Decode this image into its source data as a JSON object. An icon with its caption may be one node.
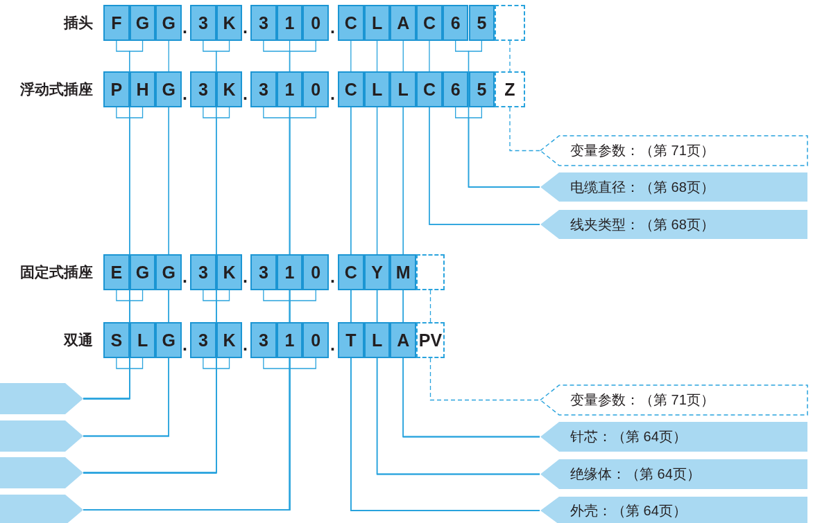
{
  "diagram": {
    "nodes": [
      {
        "text": [
          "F"
        ]
      },
      {
        "text": [
          "G"
        ]
      },
      {
        "text": [
          "G"
        ]
      },
      {
        "text": [
          "3"
        ]
      },
      {
        "text": [
          "K"
        ]
      },
      {
        "text": [
          "3"
        ]
      },
      {
        "text": [
          "1"
        ]
      },
      {
        "text": [
          "0"
        ]
      },
      {
        "text": [
          "C"
        ]
      },
      {
        "text": [
          "L"
        ]
      },
      {
        "text": [
          "A"
        ]
      },
      {
        "text": [
          "C"
        ]
      },
      {
        "text": [
          "6"
        ]
      },
      {
        "text": [
          "5"
        ]
      },
      {
        "text": [],
        "shape": "box"
      },
      {
        "text": [
          "P"
        ]
      },
      {
        "text": [
          "H"
        ]
      },
      {
        "text": [
          "G"
        ]
      },
      {
        "text": [
          "3"
        ]
      },
      {
        "text": [
          "K"
        ]
      },
      {
        "text": [
          "3"
        ]
      },
      {
        "text": [
          "1"
        ]
      },
      {
        "text": [
          "0"
        ]
      },
      {
        "text": [
          "C"
        ]
      },
      {
        "text": [
          "L"
        ]
      },
      {
        "text": [
          "L"
        ]
      },
      {
        "text": [
          "C"
        ]
      },
      {
        "text": [
          "6"
        ]
      },
      {
        "text": [
          "5"
        ]
      },
      {
        "text": [
          "Z"
        ]
      },
      {
        "text": [
          "变量参数：（第 71页）"
        ]
      },
      {
        "text": [
          "电缆直径：（第 68页）"
        ]
      },
      {
        "text": [
          "线夹类型：（第 68页）"
        ]
      },
      {
        "text": [
          "E"
        ]
      },
      {
        "text": [
          "G"
        ]
      },
      {
        "text": [
          "G"
        ]
      },
      {
        "text": [
          "3"
        ]
      },
      {
        "text": [
          "K"
        ]
      },
      {
        "text": [
          "3"
        ]
      },
      {
        "text": [
          "1"
        ]
      },
      {
        "text": [
          "0"
        ]
      },
      {
        "text": [
          "C"
        ]
      },
      {
        "text": [
          "Y"
        ]
      },
      {
        "text": [
          "M"
        ]
      },
      {
        "text": [],
        "shape": "box"
      },
      {
        "text": [
          "S"
        ]
      },
      {
        "text": [
          "L"
        ]
      },
      {
        "text": [
          "G"
        ]
      },
      {
        "text": [
          "3"
        ]
      },
      {
        "text": [
          "K"
        ]
      },
      {
        "text": [
          "3"
        ]
      },
      {
        "text": [
          "1"
        ]
      },
      {
        "text": [
          "0"
        ]
      },
      {
        "text": [
          "T"
        ]
      },
      {
        "text": [
          "L"
        ]
      },
      {
        "text": [
          "A"
        ]
      },
      {
        "text": [
          "PV"
        ]
      },
      {
        "text": [],
        "shape": "pentagon"
      },
      {
        "text": [
          "变量参数：（第 71页）"
        ]
      },
      {
        "text": [],
        "shape": "pentagon"
      },
      {
        "text": [
          "针芯：（第 64页）"
        ]
      },
      {
        "text": [],
        "shape": "pentagon"
      },
      {
        "text": [
          "绝缘体：（第 64页）"
        ]
      },
      {
        "text": [],
        "shape": "pentagon"
      },
      {
        "text": [
          "外壳：（第 64页）"
        ]
      }
    ],
    "edges": [
      {
        "from": 0,
        "to": 57,
        "arrow": "none"
      },
      {
        "from": 1,
        "to": 57,
        "arrow": "none"
      },
      {
        "from": 15,
        "to": 57,
        "arrow": "none"
      },
      {
        "from": 16,
        "to": 57,
        "arrow": "none"
      },
      {
        "from": 33,
        "to": 57,
        "arrow": "none"
      },
      {
        "from": 34,
        "to": 57,
        "arrow": "none"
      },
      {
        "from": 45,
        "to": 57,
        "arrow": "none"
      },
      {
        "from": 46,
        "to": 57,
        "arrow": "none"
      },
      {
        "from": 2,
        "to": 59,
        "arrow": "none"
      },
      {
        "from": 17,
        "to": 59,
        "arrow": "none"
      },
      {
        "from": 35,
        "to": 59,
        "arrow": "none"
      },
      {
        "from": 47,
        "to": 59,
        "arrow": "none"
      },
      {
        "from": 3,
        "to": 61,
        "arrow": "none"
      },
      {
        "from": 4,
        "to": 61,
        "arrow": "none"
      },
      {
        "from": 18,
        "to": 61,
        "arrow": "none"
      },
      {
        "from": 19,
        "to": 61,
        "arrow": "none"
      },
      {
        "from": 36,
        "to": 61,
        "arrow": "none"
      },
      {
        "from": 37,
        "to": 61,
        "arrow": "none"
      },
      {
        "from": 48,
        "to": 61,
        "arrow": "none"
      },
      {
        "from": 49,
        "to": 61,
        "arrow": "none"
      },
      {
        "from": 5,
        "to": 63,
        "arrow": "none"
      },
      {
        "from": 6,
        "to": 63,
        "arrow": "none"
      },
      {
        "from": 7,
        "to": 63,
        "arrow": "none"
      },
      {
        "from": 20,
        "to": 63,
        "arrow": "none"
      },
      {
        "from": 21,
        "to": 63,
        "arrow": "none"
      },
      {
        "from": 22,
        "to": 63,
        "arrow": "none"
      },
      {
        "from": 38,
        "to": 63,
        "arrow": "none"
      },
      {
        "from": 39,
        "to": 63,
        "arrow": "none"
      },
      {
        "from": 40,
        "to": 63,
        "arrow": "none"
      },
      {
        "from": 50,
        "to": 63,
        "arrow": "none"
      },
      {
        "from": 51,
        "to": 63,
        "arrow": "none"
      },
      {
        "from": 52,
        "to": 63,
        "arrow": "none"
      },
      {
        "from": 8,
        "to": 64,
        "arrow": "none"
      },
      {
        "from": 23,
        "to": 64,
        "arrow": "none"
      },
      {
        "from": 41,
        "to": 64,
        "arrow": "none"
      },
      {
        "from": 53,
        "to": 64,
        "arrow": "none"
      },
      {
        "from": 9,
        "to": 62,
        "arrow": "none"
      },
      {
        "from": 24,
        "to": 62,
        "arrow": "none"
      },
      {
        "from": 42,
        "to": 62,
        "arrow": "none"
      },
      {
        "from": 54,
        "to": 62,
        "arrow": "none"
      },
      {
        "from": 10,
        "to": 60,
        "arrow": "none"
      },
      {
        "from": 25,
        "to": 60,
        "arrow": "none"
      },
      {
        "from": 43,
        "to": 60,
        "arrow": "none"
      },
      {
        "from": 55,
        "to": 60,
        "arrow": "none"
      },
      {
        "from": 11,
        "to": 32,
        "arrow": "none"
      },
      {
        "from": 26,
        "to": 32,
        "arrow": "none"
      },
      {
        "from": 12,
        "to": 31,
        "arrow": "none"
      },
      {
        "from": 13,
        "to": 31,
        "arrow": "none"
      },
      {
        "from": 27,
        "to": 31,
        "arrow": "none"
      },
      {
        "from": 28,
        "to": 31,
        "arrow": "none"
      },
      {
        "from": 14,
        "to": 29,
        "arrow": "none",
        "style": "dashed"
      },
      {
        "from": 29,
        "to": 30,
        "arrow": "none",
        "style": "dashed"
      },
      {
        "from": 44,
        "to": 56,
        "arrow": "none",
        "style": "dashed"
      },
      {
        "from": 56,
        "to": 58,
        "arrow": "none",
        "style": "dashed"
      }
    ],
    "labels": [
      "插头",
      ".",
      ".",
      ".",
      "浮动式插座",
      ".",
      ".",
      ".",
      "固定式插座",
      ".",
      ".",
      ".",
      "双通",
      ".",
      ".",
      "."
    ]
  }
}
